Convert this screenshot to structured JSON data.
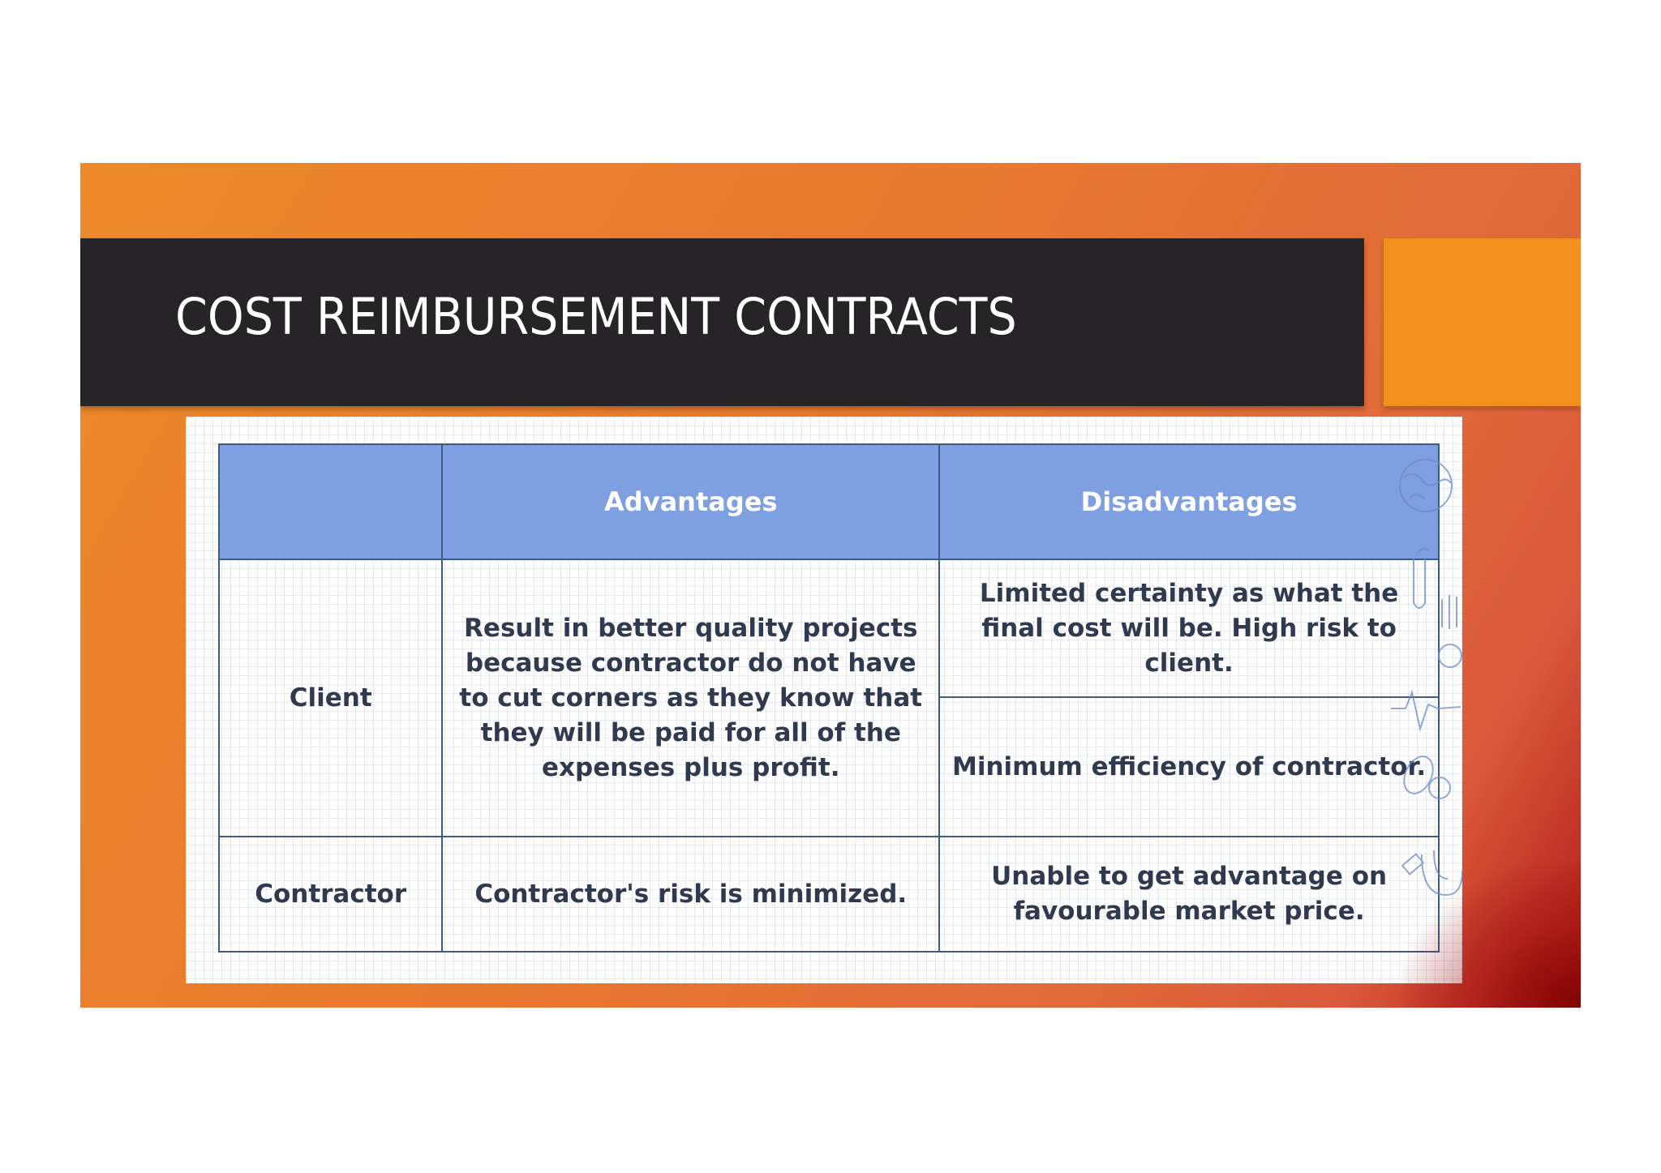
{
  "slide": {
    "title": "COST REIMBURSEMENT CONTRACTS",
    "colors": {
      "background": "#e9782f",
      "title_bar": "#262426",
      "accent_block": "#ef911c",
      "table_header": "#7e9fe0",
      "table_border": "#3c5a85"
    }
  },
  "table": {
    "headers": [
      "",
      "Advantages",
      "Disadvantages"
    ],
    "rows": [
      {
        "label": "Client",
        "advantage": "Result in better quality projects because contractor do not have to cut corners as they know that they will be paid for all of the expenses plus profit.",
        "disadvantages": [
          "Limited certainty as what the final cost will be. High risk to client.",
          "Minimum efficiency of contractor."
        ]
      },
      {
        "label": "Contractor",
        "advantage": "Contractor's risk is minimized.",
        "disadvantages": [
          "Unable to get advantage on favourable market price."
        ]
      }
    ]
  },
  "doodles": {
    "icons": [
      "globe-icon",
      "test-tube-icon",
      "bars-icon",
      "heartbeat-icon",
      "pills-icon",
      "magnet-icon"
    ]
  }
}
